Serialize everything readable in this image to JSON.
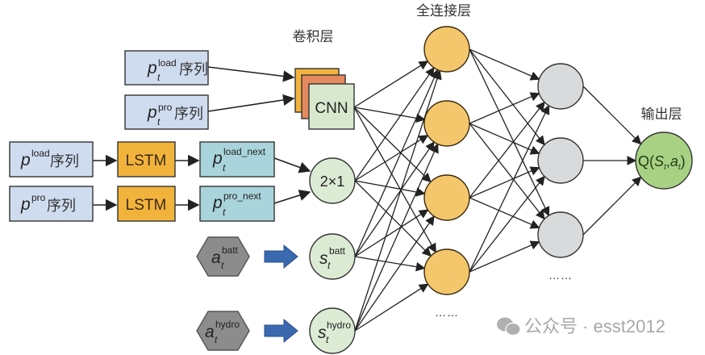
{
  "labels": {
    "conv_layer": "卷积层",
    "fc_layer": "全连接层",
    "output_layer": "输出层"
  },
  "inputs": {
    "p_t_load": {
      "base": "p",
      "sub": "t",
      "sup": "load",
      "suffix": "序列"
    },
    "p_t_pro": {
      "base": "p",
      "sub": "t",
      "sup": "pro",
      "suffix": "序列"
    },
    "p_load": {
      "base": "p",
      "sup": "load",
      "suffix": "序列"
    },
    "p_pro": {
      "base": "p",
      "sup": "pro",
      "suffix": "序列"
    }
  },
  "blocks": {
    "cnn": "CNN",
    "lstm1": "LSTM",
    "lstm2": "LSTM",
    "pred_load": {
      "base": "p",
      "sub": "t",
      "sup": "load_next"
    },
    "pred_pro": {
      "base": "p",
      "sub": "t",
      "sup": "pro_next"
    },
    "merge": "2×1"
  },
  "actions": {
    "batt": {
      "base": "a",
      "sub": "t",
      "sup": "batt"
    },
    "hydro": {
      "base": "a",
      "sub": "t",
      "sup": "hydro"
    }
  },
  "states": {
    "batt": {
      "base": "s",
      "sub": "t",
      "sup": "batt"
    },
    "hydro": {
      "base": "s",
      "sub": "t",
      "sup": "hydro"
    }
  },
  "output": {
    "q": "Q(",
    "s": "S",
    "sub1": "t",
    "comma": ",",
    "a": "a",
    "sub2": "t",
    "close": ")"
  },
  "ellipsis_fc": "……",
  "ellipsis_hidden": "……",
  "watermark": "公众号 · esst2012",
  "colors": {
    "input_box": "#cfdcef",
    "lstm": "#f2b33d",
    "pred_box": "#a9d4dc",
    "cnn_front": "#d7e8cf",
    "cnn_mid": "#e48a5e",
    "cnn_back": "#f2b33d",
    "state_circle": "#dcebd4",
    "fc_node": "#f4c76c",
    "hidden_node": "#d9dadc",
    "output_node": "#a9d184",
    "action_hex": "#8c8c8c",
    "block_arrow": "#3a69b0"
  }
}
